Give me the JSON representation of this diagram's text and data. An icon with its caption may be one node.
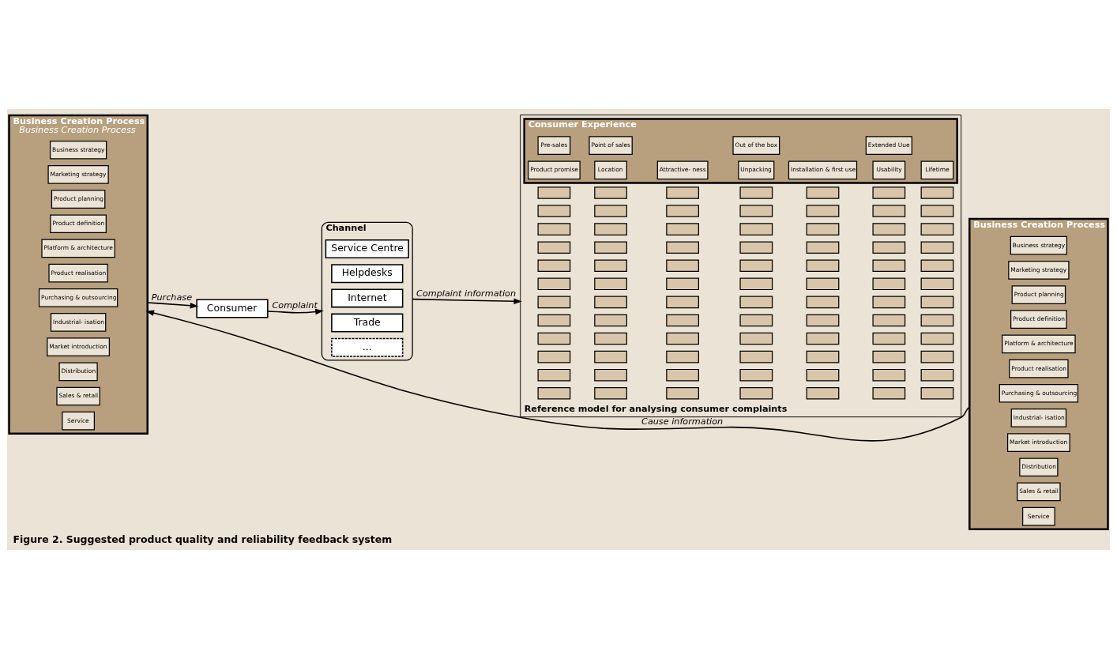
{
  "diagram": {
    "caption": "Figure 2. Suggested product quality and reliability feedback system",
    "nodes": [
      {
        "text": [
          "Business Creation Process"
        ],
        "beside": [
          "Business Creation Process"
        ]
      },
      {
        "text": [
          "Business strategy"
        ],
        "in": 0
      },
      {
        "text": [
          "Marketing strategy"
        ],
        "in": 0
      },
      {
        "text": [
          "Product planning"
        ],
        "in": 0
      },
      {
        "text": [
          "Product definition"
        ],
        "in": 0
      },
      {
        "text": [
          "Platform & architecture"
        ],
        "in": 0
      },
      {
        "text": [
          "Product realisation"
        ],
        "in": 0
      },
      {
        "text": [
          "Purchasing & outsourcing"
        ],
        "in": 0
      },
      {
        "text": [
          "Industrial- isation"
        ],
        "in": 0
      },
      {
        "text": [
          "Market introduction"
        ],
        "in": 0
      },
      {
        "text": [
          "Distribution"
        ],
        "in": 0
      },
      {
        "text": [
          "Sales & retail"
        ],
        "in": 0
      },
      {
        "text": [
          "Service"
        ],
        "in": 0
      },
      {
        "text": [
          "Consumer"
        ]
      },
      {
        "text": [
          "Channel"
        ]
      },
      {
        "text": [
          "Service Centre"
        ],
        "in": 14
      },
      {
        "text": [
          "Helpdesks"
        ],
        "in": 14
      },
      {
        "text": [
          "Internet"
        ],
        "in": 14
      },
      {
        "text": [
          "Trade"
        ],
        "in": 14
      },
      {
        "text": [
          "..."
        ],
        "in": 14
      },
      {
        "text": [
          "Reference model for analysing consumer complaints"
        ]
      },
      {
        "text": [
          "Consumer Experience"
        ],
        "in": 20
      },
      {
        "text": [
          "Pre-sales"
        ],
        "in": 21
      },
      {
        "text": [
          "Point of sales"
        ],
        "in": 21
      },
      {
        "text": [
          "Out of the box"
        ],
        "in": 21
      },
      {
        "text": [
          "Extended Uue"
        ],
        "in": 21
      },
      {
        "text": [
          "Product promise"
        ],
        "in": 21
      },
      {
        "text": [
          "Location"
        ],
        "in": 21
      },
      {
        "text": [
          "Attractive- ness"
        ],
        "in": 21
      },
      {
        "text": [
          "Unpacking"
        ],
        "in": 21
      },
      {
        "text": [
          "Installation & first use"
        ],
        "in": 21
      },
      {
        "text": [
          "Usability"
        ],
        "in": 21
      },
      {
        "text": [
          "Lifetime"
        ],
        "in": 21
      },
      {
        "text": [],
        "shape": "box",
        "in": 20
      },
      {
        "text": [],
        "shape": "box",
        "in": 20
      },
      {
        "text": [],
        "shape": "box",
        "in": 20
      },
      {
        "text": [],
        "shape": "box",
        "in": 20
      },
      {
        "text": [],
        "shape": "box",
        "in": 20
      },
      {
        "text": [],
        "shape": "box",
        "in": 20
      },
      {
        "text": [],
        "shape": "box",
        "in": 20
      },
      {
        "text": [],
        "shape": "box",
        "in": 20
      },
      {
        "text": [],
        "shape": "box",
        "in": 20
      },
      {
        "text": [],
        "shape": "box",
        "in": 20
      },
      {
        "text": [],
        "shape": "box",
        "in": 20
      },
      {
        "text": [],
        "shape": "box",
        "in": 20
      },
      {
        "text": [],
        "shape": "box",
        "in": 20
      },
      {
        "text": [],
        "shape": "box",
        "in": 20
      },
      {
        "text": [],
        "shape": "box",
        "in": 20
      },
      {
        "text": [],
        "shape": "box",
        "in": 20
      },
      {
        "text": [],
        "shape": "box",
        "in": 20
      },
      {
        "text": [],
        "shape": "box",
        "in": 20
      },
      {
        "text": [],
        "shape": "box",
        "in": 20
      },
      {
        "text": [],
        "shape": "box",
        "in": 20
      },
      {
        "text": [],
        "shape": "box",
        "in": 20
      },
      {
        "text": [],
        "shape": "box",
        "in": 20
      },
      {
        "text": [],
        "shape": "box",
        "in": 20
      },
      {
        "text": [],
        "shape": "box",
        "in": 20
      },
      {
        "text": [],
        "shape": "box",
        "in": 20
      },
      {
        "text": [],
        "shape": "box",
        "in": 20
      },
      {
        "text": [],
        "shape": "box",
        "in": 20
      },
      {
        "text": [],
        "shape": "box",
        "in": 20
      },
      {
        "text": [],
        "shape": "box",
        "in": 20
      },
      {
        "text": [],
        "shape": "box",
        "in": 20
      },
      {
        "text": [],
        "shape": "box",
        "in": 20
      },
      {
        "text": [],
        "shape": "box",
        "in": 20
      },
      {
        "text": [],
        "shape": "box",
        "in": 20
      },
      {
        "text": [],
        "shape": "box",
        "in": 20
      },
      {
        "text": [],
        "shape": "box",
        "in": 20
      },
      {
        "text": [],
        "shape": "box",
        "in": 20
      },
      {
        "text": [],
        "shape": "box",
        "in": 20
      },
      {
        "text": [],
        "shape": "box",
        "in": 20
      },
      {
        "text": [],
        "shape": "box",
        "in": 20
      },
      {
        "text": [],
        "shape": "box",
        "in": 20
      },
      {
        "text": [],
        "shape": "box",
        "in": 20
      },
      {
        "text": [],
        "shape": "box",
        "in": 20
      },
      {
        "text": [],
        "shape": "box",
        "in": 20
      },
      {
        "text": [],
        "shape": "box",
        "in": 20
      },
      {
        "text": [],
        "shape": "box",
        "in": 20
      },
      {
        "text": [],
        "shape": "box",
        "in": 20
      },
      {
        "text": [],
        "shape": "box",
        "in": 20
      },
      {
        "text": [],
        "shape": "box",
        "in": 20
      },
      {
        "text": [],
        "shape": "box",
        "in": 20
      },
      {
        "text": [],
        "shape": "box",
        "in": 20
      },
      {
        "text": [],
        "shape": "box",
        "in": 20
      },
      {
        "text": [],
        "shape": "box",
        "in": 20
      },
      {
        "text": [],
        "shape": "box",
        "in": 20
      },
      {
        "text": [],
        "shape": "box",
        "in": 20
      },
      {
        "text": [],
        "shape": "box",
        "in": 20
      },
      {
        "text": [],
        "shape": "box",
        "in": 20
      },
      {
        "text": [],
        "shape": "box",
        "in": 20
      },
      {
        "text": [],
        "shape": "box",
        "in": 20
      },
      {
        "text": [],
        "shape": "box",
        "in": 20
      },
      {
        "text": [],
        "shape": "box",
        "in": 20
      },
      {
        "text": [],
        "shape": "box",
        "in": 20
      },
      {
        "text": [],
        "shape": "box",
        "in": 20
      },
      {
        "text": [],
        "shape": "box",
        "in": 20
      },
      {
        "text": [],
        "shape": "box",
        "in": 20
      },
      {
        "text": [],
        "shape": "box",
        "in": 20
      },
      {
        "text": [],
        "shape": "box",
        "in": 20
      },
      {
        "text": [],
        "shape": "box",
        "in": 20
      },
      {
        "text": [],
        "shape": "box",
        "in": 20
      },
      {
        "text": [],
        "shape": "box",
        "in": 20
      },
      {
        "text": [],
        "shape": "box",
        "in": 20
      },
      {
        "text": [],
        "shape": "box",
        "in": 20
      },
      {
        "text": [],
        "shape": "box",
        "in": 20
      },
      {
        "text": [],
        "shape": "box",
        "in": 20
      },
      {
        "text": [],
        "shape": "box",
        "in": 20
      },
      {
        "text": [],
        "shape": "box",
        "in": 20
      },
      {
        "text": [],
        "shape": "box",
        "in": 20
      },
      {
        "text": [],
        "shape": "box",
        "in": 20
      },
      {
        "text": [],
        "shape": "box",
        "in": 20
      },
      {
        "text": [],
        "shape": "box",
        "in": 20
      },
      {
        "text": [],
        "shape": "box",
        "in": 20
      },
      {
        "text": [],
        "shape": "box",
        "in": 20
      },
      {
        "text": [],
        "shape": "box",
        "in": 20
      },
      {
        "text": [],
        "shape": "box",
        "in": 20
      },
      {
        "text": [],
        "shape": "box",
        "in": 20
      },
      {
        "text": [
          "Business Creation Process"
        ]
      },
      {
        "text": [
          "Business strategy"
        ],
        "in": 117
      },
      {
        "text": [
          "Marketing strategy"
        ],
        "in": 117
      },
      {
        "text": [
          "Product planning"
        ],
        "in": 117
      },
      {
        "text": [
          "Product definition"
        ],
        "in": 117
      },
      {
        "text": [
          "Platform & architecture"
        ],
        "in": 117
      },
      {
        "text": [
          "Product realisation"
        ],
        "in": 117
      },
      {
        "text": [
          "Purchasing & outsourcing"
        ],
        "in": 117
      },
      {
        "text": [
          "Industrial- isation"
        ],
        "in": 117
      },
      {
        "text": [
          "Market introduction"
        ],
        "in": 117
      },
      {
        "text": [
          "Distribution"
        ],
        "in": 117
      },
      {
        "text": [
          "Sales & retail"
        ],
        "in": 117
      },
      {
        "text": [
          "Service"
        ],
        "in": 117
      }
    ],
    "edges": [
      {
        "from": 0,
        "to": 13,
        "arrow": "to",
        "label": "Purchase"
      },
      {
        "from": 13,
        "to": 14,
        "arrow": "to",
        "label": "Complaint"
      },
      {
        "from": 14,
        "to": 20,
        "arrow": "to",
        "label": "Complaint information"
      },
      {
        "from": 117,
        "to": 0,
        "arrow": "to",
        "label": "Cause information"
      }
    ]
  }
}
